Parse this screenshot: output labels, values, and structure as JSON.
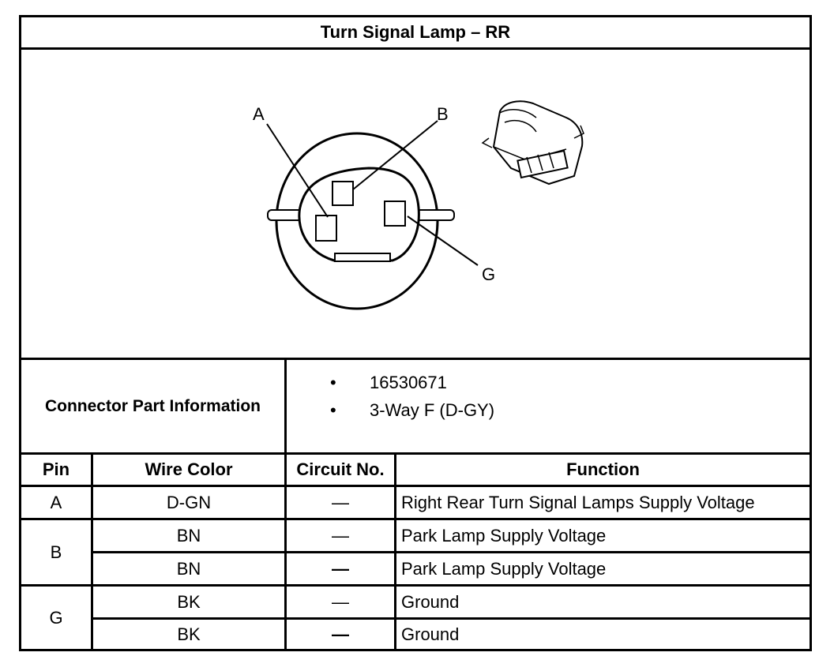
{
  "title": "Turn Signal Lamp – RR",
  "diagram": {
    "callouts": [
      "A",
      "B",
      "G"
    ]
  },
  "connector_info": {
    "label": "Connector Part Information",
    "bullet": "•",
    "items": [
      "16530671",
      "3-Way F (D-GY)"
    ]
  },
  "table": {
    "headers": [
      "Pin",
      "Wire Color",
      "Circuit No.",
      "Function"
    ],
    "rows": [
      {
        "pin": "A",
        "wire": "D-GN",
        "circuit": "—",
        "function": "Right Rear Turn Signal Lamps Supply Voltage"
      },
      {
        "pin": "B",
        "wire": "BN",
        "circuit": "—",
        "function": "Park Lamp Supply Voltage"
      },
      {
        "pin": "",
        "wire": "BN",
        "circuit": "—",
        "function": "Park Lamp Supply Voltage"
      },
      {
        "pin": "G",
        "wire": "BK",
        "circuit": "—",
        "function": "Ground"
      },
      {
        "pin": "",
        "wire": "BK",
        "circuit": "—",
        "function": "Ground"
      }
    ]
  }
}
